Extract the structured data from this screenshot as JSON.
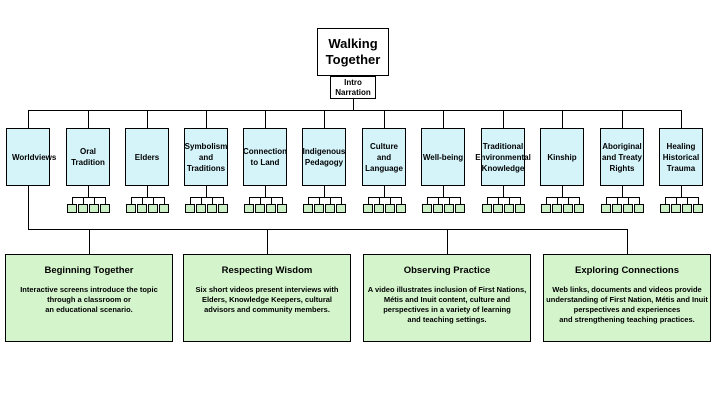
{
  "root": {
    "title": "Walking\nTogether"
  },
  "intro": {
    "label": "Intro\nNarration"
  },
  "topics": [
    {
      "id": "worldviews",
      "label": "Worldviews"
    },
    {
      "id": "oral-tradition",
      "label": "Oral\nTradition"
    },
    {
      "id": "elders",
      "label": "Elders"
    },
    {
      "id": "symbolism-and-traditions",
      "label": "Symbolism\nand\nTraditions"
    },
    {
      "id": "connection-to-land",
      "label": "Connection\nto Land"
    },
    {
      "id": "indigenous-pedagogy",
      "label": "Indigenous\nPedagogy"
    },
    {
      "id": "culture-and-language",
      "label": "Culture and\nLanguage"
    },
    {
      "id": "well-being",
      "label": "Well-being"
    },
    {
      "id": "traditional-environmental-knowledge",
      "label": "Traditional\nEnvironmental\nKnowledge"
    },
    {
      "id": "kinship",
      "label": "Kinship"
    },
    {
      "id": "aboriginal-and-treaty-rights",
      "label": "Aboriginal\nand Treaty\nRights"
    },
    {
      "id": "healing-historical-trauma",
      "label": "Healing\nHistorical\nTrauma"
    }
  ],
  "sections": [
    {
      "id": "beginning-together",
      "title": "Beginning Together",
      "text": "Interactive screens introduce the topic\nthrough a classroom or\nan educational scenario."
    },
    {
      "id": "respecting-wisdom",
      "title": "Respecting Wisdom",
      "text": "Six short videos present interviews with\nElders, Knowledge Keepers, cultural\nadvisors and community members."
    },
    {
      "id": "observing-practice",
      "title": "Observing Practice",
      "text": "A video illustrates inclusion of First Nations,\nMétis and Inuit content, culture and\nperspectives in a variety of learning\nand teaching settings."
    },
    {
      "id": "exploring-connections",
      "title": "Exploring Connections",
      "text": "Web links, documents and videos provide\nunderstanding of First Nation, Métis and Inuit\nperspectives and experiences\nand strengthening teaching practices."
    }
  ]
}
